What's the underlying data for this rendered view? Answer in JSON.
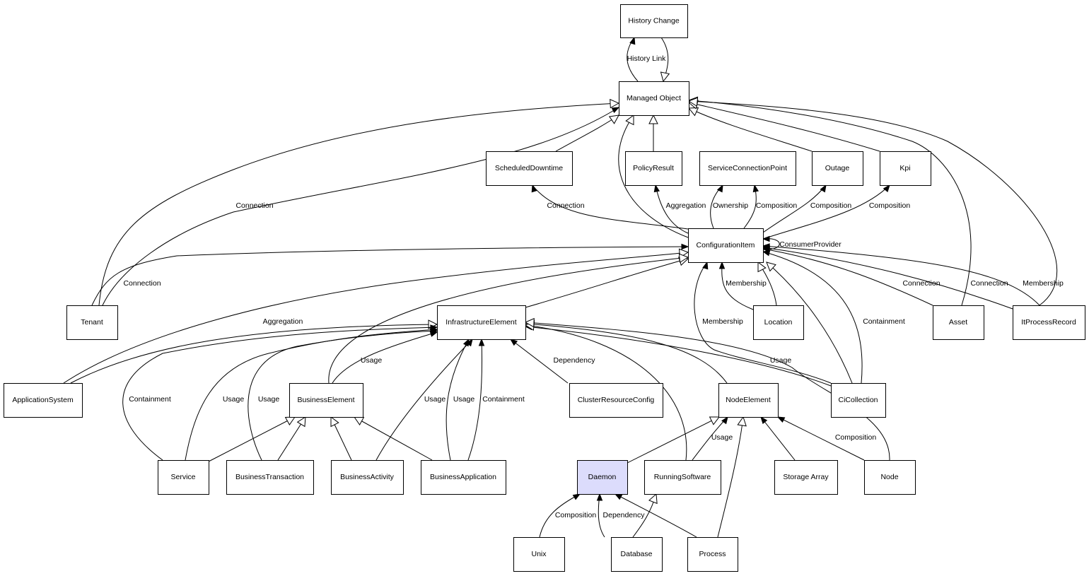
{
  "diagram": {
    "title": "",
    "highlighted_node": "daemon",
    "colors": {
      "highlight_fill": "#dcdcfc",
      "line": "#000000",
      "node_fill": "#ffffff"
    },
    "nodes": [
      {
        "id": "history-change",
        "label": "History Change"
      },
      {
        "id": "managed-object",
        "label": "Managed Object"
      },
      {
        "id": "scheduled-downtime",
        "label": "ScheduledDowntime"
      },
      {
        "id": "policy-result",
        "label": "PolicyResult"
      },
      {
        "id": "service-connection-point",
        "label": "ServiceConnectionPoint"
      },
      {
        "id": "outage",
        "label": "Outage"
      },
      {
        "id": "kpi",
        "label": "Kpi"
      },
      {
        "id": "configuration-item",
        "label": "ConfigurationItem"
      },
      {
        "id": "tenant",
        "label": "Tenant"
      },
      {
        "id": "infrastructure-element",
        "label": "InfrastructureElement"
      },
      {
        "id": "location",
        "label": "Location"
      },
      {
        "id": "asset",
        "label": "Asset"
      },
      {
        "id": "it-process-record",
        "label": "ItProcessRecord"
      },
      {
        "id": "application-system",
        "label": "ApplicationSystem"
      },
      {
        "id": "business-element",
        "label": "BusinessElement"
      },
      {
        "id": "cluster-resource-config",
        "label": "ClusterResourceConfig"
      },
      {
        "id": "node-element",
        "label": "NodeElement"
      },
      {
        "id": "ci-collection",
        "label": "CiCollection"
      },
      {
        "id": "service",
        "label": "Service"
      },
      {
        "id": "business-transaction",
        "label": "BusinessTransaction"
      },
      {
        "id": "business-activity",
        "label": "BusinessActivity"
      },
      {
        "id": "business-application",
        "label": "BusinessApplication"
      },
      {
        "id": "daemon",
        "label": "Daemon"
      },
      {
        "id": "running-software",
        "label": "RunningSoftware"
      },
      {
        "id": "storage-array",
        "label": "Storage Array"
      },
      {
        "id": "node",
        "label": "Node"
      },
      {
        "id": "unix",
        "label": "Unix"
      },
      {
        "id": "database",
        "label": "Database"
      },
      {
        "id": "process",
        "label": "Process"
      }
    ],
    "edges": [
      {
        "from": "managed-object",
        "to": "history-change",
        "label": "History Link",
        "arrow": "filled"
      },
      {
        "from": "history-change",
        "to": "managed-object",
        "label": "",
        "arrow": "hollow"
      },
      {
        "from": "tenant",
        "to": "managed-object",
        "label": "",
        "arrow": "hollow"
      },
      {
        "from": "tenant",
        "to": "managed-object",
        "label": "Connection",
        "arrow": "filled"
      },
      {
        "from": "scheduled-downtime",
        "to": "managed-object",
        "label": "",
        "arrow": "hollow"
      },
      {
        "from": "configuration-item",
        "to": "managed-object",
        "label": "",
        "arrow": "hollow"
      },
      {
        "from": "policy-result",
        "to": "managed-object",
        "label": "",
        "arrow": "hollow"
      },
      {
        "from": "outage",
        "to": "managed-object",
        "label": "",
        "arrow": "hollow"
      },
      {
        "from": "kpi",
        "to": "managed-object",
        "label": "",
        "arrow": "hollow"
      },
      {
        "from": "asset",
        "to": "managed-object",
        "label": "",
        "arrow": "hollow"
      },
      {
        "from": "it-process-record",
        "to": "managed-object",
        "label": "",
        "arrow": "hollow"
      },
      {
        "from": "configuration-item",
        "to": "scheduled-downtime",
        "label": "Connection",
        "arrow": "filled"
      },
      {
        "from": "configuration-item",
        "to": "policy-result",
        "label": "Aggregation",
        "arrow": "filled"
      },
      {
        "from": "configuration-item",
        "to": "service-connection-point",
        "label": "Ownership",
        "arrow": "filled"
      },
      {
        "from": "configuration-item",
        "to": "service-connection-point",
        "label": "Composition",
        "arrow": "filled"
      },
      {
        "from": "configuration-item",
        "to": "outage",
        "label": "Composition",
        "arrow": "filled"
      },
      {
        "from": "configuration-item",
        "to": "kpi",
        "label": "Composition",
        "arrow": "filled"
      },
      {
        "from": "configuration-item",
        "to": "configuration-item",
        "label": "ConsumerProvider",
        "arrow": "filled"
      },
      {
        "from": "tenant",
        "to": "configuration-item",
        "label": "Connection",
        "arrow": "filled"
      },
      {
        "from": "application-system",
        "to": "configuration-item",
        "label": "",
        "arrow": "hollow"
      },
      {
        "from": "infrastructure-element",
        "to": "configuration-item",
        "label": "",
        "arrow": "hollow"
      },
      {
        "from": "location",
        "to": "configuration-item",
        "label": "Membership",
        "arrow": "filled"
      },
      {
        "from": "location",
        "to": "configuration-item",
        "label": "",
        "arrow": "hollow"
      },
      {
        "from": "ci-collection",
        "to": "configuration-item",
        "label": "Membership",
        "arrow": "filled"
      },
      {
        "from": "ci-collection",
        "to": "configuration-item",
        "label": "",
        "arrow": "hollow"
      },
      {
        "from": "ci-collection",
        "to": "configuration-item",
        "label": "Containment",
        "arrow": "filled"
      },
      {
        "from": "asset",
        "to": "configuration-item",
        "label": "Connection",
        "arrow": "filled"
      },
      {
        "from": "it-process-record",
        "to": "configuration-item",
        "label": "Connection",
        "arrow": "filled"
      },
      {
        "from": "it-process-record",
        "to": "configuration-item",
        "label": "Membership",
        "arrow": "filled"
      },
      {
        "from": "application-system",
        "to": "infrastructure-element",
        "label": "Aggregation",
        "arrow": "hollow"
      },
      {
        "from": "service",
        "to": "infrastructure-element",
        "label": "Containment",
        "arrow": "filled"
      },
      {
        "from": "service",
        "to": "infrastructure-element",
        "label": "Usage",
        "arrow": "filled"
      },
      {
        "from": "business-transaction",
        "to": "infrastructure-element",
        "label": "Usage",
        "arrow": "filled"
      },
      {
        "from": "business-element",
        "to": "infrastructure-element",
        "label": "Usage",
        "arrow": "filled"
      },
      {
        "from": "business-element",
        "to": "configuration-item",
        "label": "",
        "arrow": "hollow"
      },
      {
        "from": "business-activity",
        "to": "infrastructure-element",
        "label": "Usage",
        "arrow": "filled"
      },
      {
        "from": "business-application",
        "to": "infrastructure-element",
        "label": "Usage",
        "arrow": "filled"
      },
      {
        "from": "business-application",
        "to": "infrastructure-element",
        "label": "Containment",
        "arrow": "filled"
      },
      {
        "from": "cluster-resource-config",
        "to": "infrastructure-element",
        "label": "Dependency",
        "arrow": "filled"
      },
      {
        "from": "node-element",
        "to": "infrastructure-element",
        "label": "",
        "arrow": "hollow"
      },
      {
        "from": "ci-collection",
        "to": "infrastructure-element",
        "label": "Usage",
        "arrow": "filled"
      },
      {
        "from": "running-software",
        "to": "infrastructure-element",
        "label": "",
        "arrow": "hollow"
      },
      {
        "from": "node",
        "to": "infrastructure-element",
        "label": "",
        "arrow": "hollow"
      },
      {
        "from": "service",
        "to": "business-element",
        "label": "",
        "arrow": "hollow"
      },
      {
        "from": "business-transaction",
        "to": "business-element",
        "label": "",
        "arrow": "hollow"
      },
      {
        "from": "business-activity",
        "to": "business-element",
        "label": "",
        "arrow": "hollow"
      },
      {
        "from": "business-application",
        "to": "business-element",
        "label": "",
        "arrow": "hollow"
      },
      {
        "from": "daemon",
        "to": "node-element",
        "label": "",
        "arrow": "hollow"
      },
      {
        "from": "running-software",
        "to": "node-element",
        "label": "Usage",
        "arrow": "filled"
      },
      {
        "from": "process",
        "to": "node-element",
        "label": "",
        "arrow": "hollow"
      },
      {
        "from": "storage-array",
        "to": "node-element",
        "label": "Composition",
        "arrow": "filled"
      },
      {
        "from": "node",
        "to": "node-element",
        "label": "Composition",
        "arrow": "filled"
      },
      {
        "from": "unix",
        "to": "daemon",
        "label": "Composition",
        "arrow": "filled"
      },
      {
        "from": "database",
        "to": "daemon",
        "label": "Dependency",
        "arrow": "filled"
      },
      {
        "from": "process",
        "to": "daemon",
        "label": "Dependency",
        "arrow": "filled"
      },
      {
        "from": "database",
        "to": "running-software",
        "label": "",
        "arrow": "hollow"
      }
    ]
  }
}
